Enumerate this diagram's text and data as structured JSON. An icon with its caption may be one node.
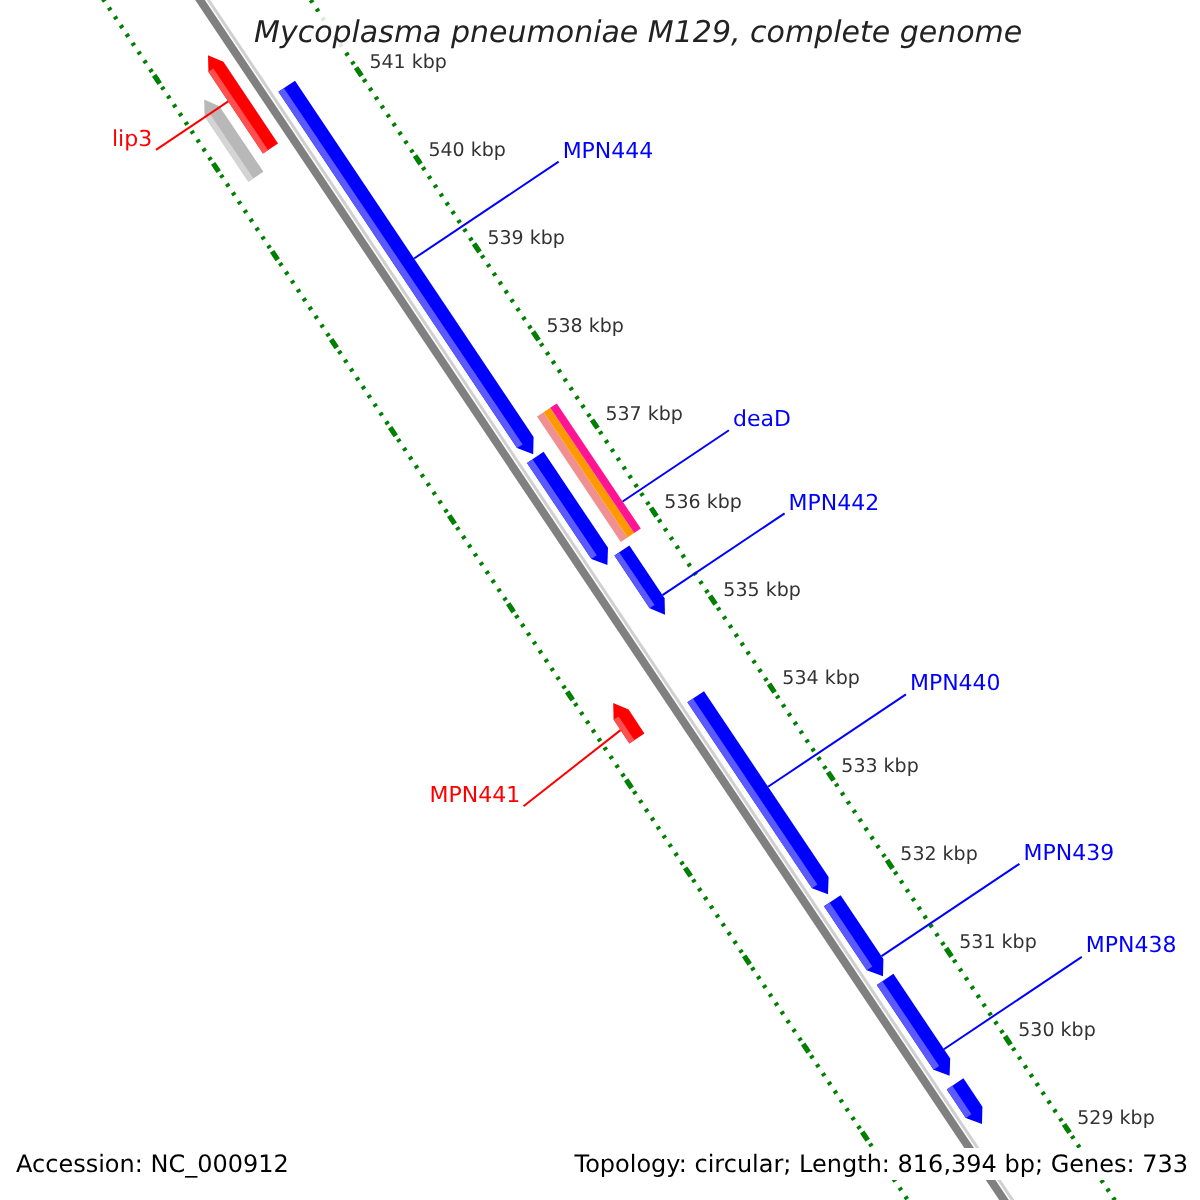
{
  "diagram": {
    "title": "Mycoplasma pneumoniae M129, complete genome",
    "nodes": [
      {
        "text": [
          "lip3"
        ]
      },
      {
        "text": [
          "MPN444"
        ]
      },
      {
        "text": [
          "deaD"
        ]
      },
      {
        "text": [
          "MPN442"
        ]
      },
      {
        "text": [
          "MPN440"
        ]
      },
      {
        "text": [
          "MPN441"
        ]
      },
      {
        "text": [
          "MPN439"
        ]
      },
      {
        "text": [
          "MPN438"
        ]
      },
      {
        "text": [],
        "shape": "bar"
      },
      {
        "text": [],
        "shape": "bar"
      },
      {
        "text": [],
        "shape": "bar"
      },
      {
        "text": [],
        "shape": "bar"
      },
      {
        "text": [],
        "shape": "bar"
      },
      {
        "text": [],
        "shape": "bar"
      },
      {
        "text": [],
        "shape": "bar"
      },
      {
        "text": [],
        "shape": "bar"
      },
      {
        "text": [],
        "shape": "bar"
      },
      {
        "text": [],
        "shape": "bar"
      },
      {
        "text": [],
        "shape": "bar"
      }
    ],
    "edges": [
      {
        "from": 0,
        "to": 9,
        "arrow": "none",
        "color": "#ff0000"
      },
      {
        "from": 1,
        "to": 10,
        "arrow": "none"
      },
      {
        "from": 2,
        "to": 11,
        "arrow": "none"
      },
      {
        "from": 3,
        "to": 13,
        "arrow": "none"
      },
      {
        "from": 4,
        "to": 15,
        "arrow": "none"
      },
      {
        "from": 5,
        "to": 14,
        "arrow": "none",
        "color": "#ff0000"
      },
      {
        "from": 6,
        "to": 16,
        "arrow": "none"
      },
      {
        "from": 7,
        "to": 17,
        "arrow": "none"
      }
    ],
    "labels": [
      "541 kbp",
      "540 kbp",
      "539 kbp",
      "538 kbp",
      "537 kbp",
      "536 kbp",
      "535 kbp",
      "534 kbp",
      "533 kbp",
      "532 kbp",
      "531 kbp",
      "530 kbp",
      "529 kbp",
      "Accession: NC_000912",
      "Topology: circular; Length: 816,394 bp; Genes: 733"
    ]
  }
}
